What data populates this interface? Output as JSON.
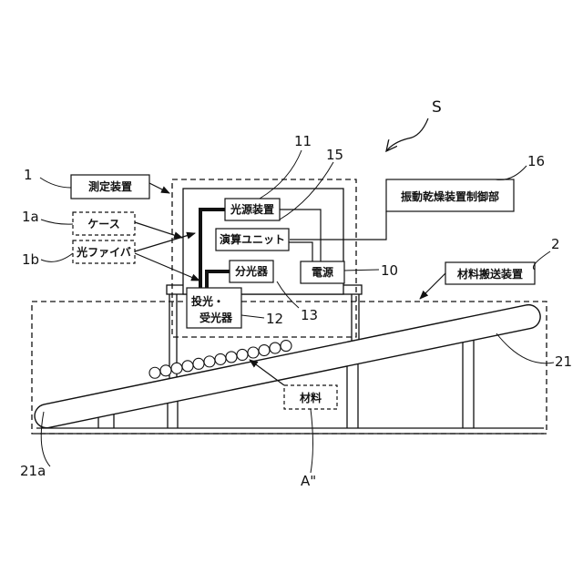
{
  "figure": {
    "system_ref": "S",
    "measuring_device": {
      "ref": "1",
      "label": "測定装置"
    },
    "case": {
      "ref": "1a",
      "label": "ケース"
    },
    "optical_fiber": {
      "ref": "1b",
      "label": "光ファイバ"
    },
    "light_source": {
      "ref": "11",
      "label": "光源装置"
    },
    "computing_unit": {
      "ref": "15",
      "label": "演算ユニット"
    },
    "spectrometer": {
      "ref": "13",
      "label": "分光器"
    },
    "power_supply": {
      "ref": "10",
      "label": "電源"
    },
    "emitter_receiver": {
      "ref": "12",
      "label_line1": "投光・",
      "label_line2": "受光器"
    },
    "dryer_controller": {
      "ref": "16",
      "label": "振動乾燥装置制御部"
    },
    "conveyor": {
      "ref": "2",
      "label": "材料搬送装置"
    },
    "trough": {
      "ref": "21"
    },
    "trough_end": {
      "ref": "21a"
    },
    "material": {
      "ref": "A\"",
      "label": "材料"
    }
  }
}
